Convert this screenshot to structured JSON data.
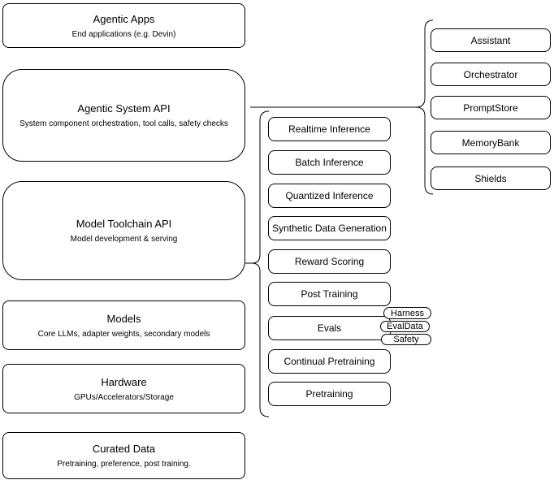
{
  "colors": {
    "background": "#ffffff",
    "node_fill": "#ffffff",
    "node_border": "#000000",
    "text": "#000000"
  },
  "nodes": {
    "left": [
      {
        "title": "Agentic Apps",
        "subtitle": "End applications (e.g. Devin)"
      },
      {
        "title": "Agentic System API",
        "subtitle": "System component orchestration, tool calls, safety checks"
      },
      {
        "title": "Model Toolchain API",
        "subtitle": "Model development & serving"
      },
      {
        "title": "Models",
        "subtitle": "Core LLMs, adapter weights, secondary models"
      },
      {
        "title": "Hardware",
        "subtitle": "GPUs/Accelerators/Storage"
      },
      {
        "title": "Curated Data",
        "subtitle": "Pretraining, preference, post training."
      }
    ],
    "middle": [
      "Realtime Inference",
      "Batch Inference",
      "Quantized Inference",
      "Synthetic Data Generation",
      "Reward Scoring",
      "Post Training",
      "Evals",
      "Continual Pretraining",
      "Pretraining"
    ],
    "eval_pills": [
      "Harness",
      "EvalData",
      "Safety"
    ],
    "right": [
      "Assistant",
      "Orchestrator",
      "PromptStore",
      "MemoryBank",
      "Shields"
    ]
  }
}
